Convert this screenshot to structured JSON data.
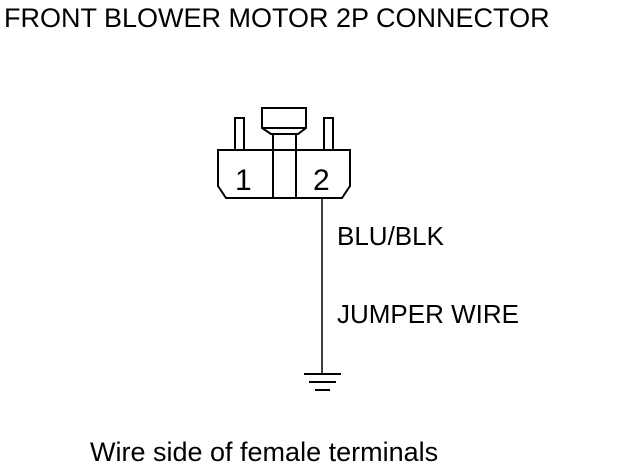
{
  "title": "FRONT BLOWER MOTOR 2P CONNECTOR",
  "connector": {
    "pin_left": "1",
    "pin_right": "2"
  },
  "wire": {
    "color_label": "BLU/BLK",
    "jumper_label": "JUMPER WIRE"
  },
  "caption": "Wire side of female terminals"
}
